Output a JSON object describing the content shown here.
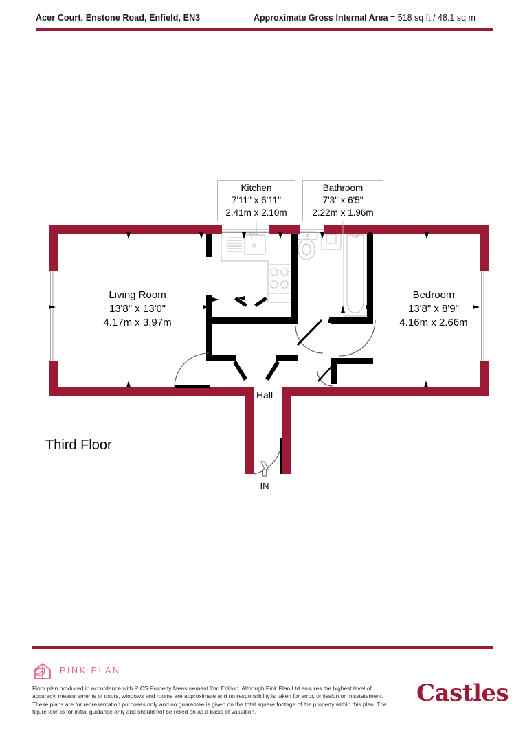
{
  "header": {
    "address": "Acer Court, Enstone Road, Enfield, EN3",
    "area_label": "Approximate Gross Internal Area",
    "area_value": " = 518 sq ft / 48.1 sq m",
    "rule_color": "#9B1B35"
  },
  "plan": {
    "floor_label": "Third Floor",
    "entrance_label": "IN",
    "hall_label": "Hall",
    "wall_color_external": "#9B1B35",
    "wall_color_internal": "#000000",
    "fixture_stroke": "#b9b9b9",
    "rooms": [
      {
        "id": "living-room",
        "name": "Living Room",
        "dim_imperial": "13'8\" x 13'0\"",
        "dim_metric": "4.17m x 3.97m"
      },
      {
        "id": "bedroom",
        "name": "Bedroom",
        "dim_imperial": "13'8\" x 8'9\"",
        "dim_metric": "4.16m x 2.66m"
      },
      {
        "id": "kitchen",
        "name": "Kitchen",
        "dim_imperial": "7'11\" x 6'11\"",
        "dim_metric": "2.41m x 2.10m"
      },
      {
        "id": "bathroom",
        "name": "Bathroom",
        "dim_imperial": "7'3\" x 6'5\"",
        "dim_metric": "2.22m x 1.96m"
      }
    ]
  },
  "footer": {
    "rule_color": "#9B1B35",
    "brand_name": "PINK PLAN",
    "brand_color": "#E8637F",
    "disclaimer": "Floor plan produced in accordance with RICS Property Measurement 2nd Edition. Although Pink Plan Ltd ensures the highest level of accuracy, measurements of doors, windows and rooms are approximate and no responsibility is taken for error, omission or misstatement. These plans are for representation purposes only and no guarantee is given on the total square footage of the property within this plan. The figure icon is for initial guidance only and should not be relied on as a basis of valuation.",
    "agent_name": "Castles",
    "agent_color": "#9B1B35"
  }
}
